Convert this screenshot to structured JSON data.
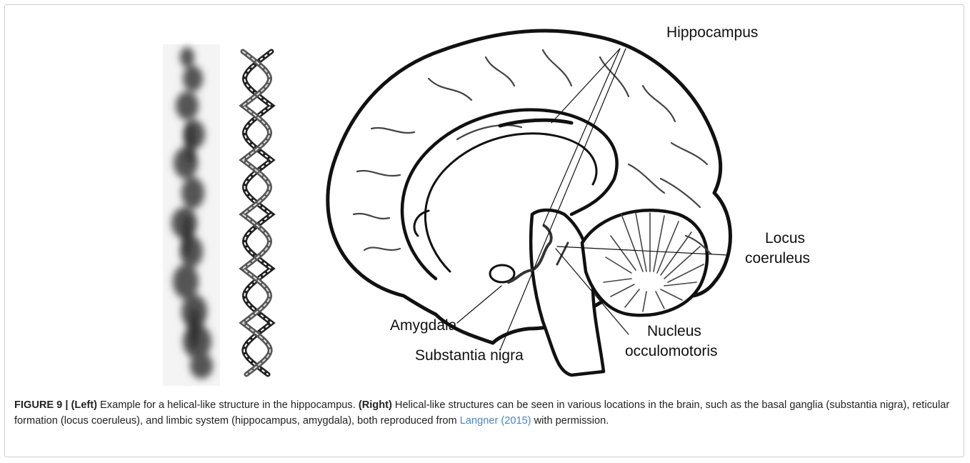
{
  "figure": {
    "labels": {
      "hippocampus": "Hippocampus",
      "locus_1": "Locus",
      "locus_2": "coeruleus",
      "amygdala": "Amygdala",
      "nucleus_1": "Nucleus",
      "nucleus_2": "occulomotoris",
      "substantia": "Substantia nigra"
    },
    "icons": [
      "helix-blur-image",
      "double-helix-image",
      "brain-sagittal-diagram"
    ]
  },
  "caption": {
    "figure_label": "FIGURE 9 |",
    "left_label": "(Left)",
    "left_text": " Example for a helical-like structure in the hippocampus. ",
    "right_label": "(Right)",
    "right_text": " Helical-like structures can be seen in various locations in the brain, such as the basal ganglia (substantia nigra), reticular formation (locus coeruleus), and limbic system (hippocampus, amygdala), both reproduced from ",
    "reference": "Langner (2015)",
    "end_text": " with permission."
  }
}
